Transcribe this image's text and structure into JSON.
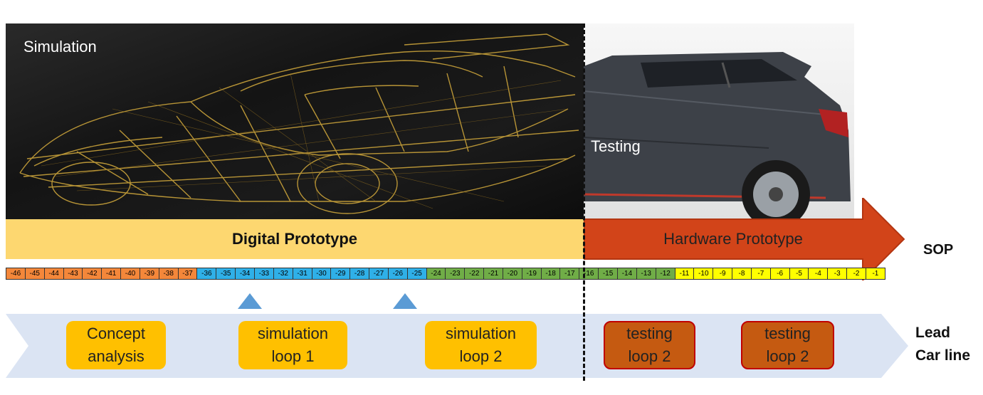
{
  "simulation_label": "Simulation",
  "testing_label": "Testing",
  "digital_prototype": "Digital Prototype",
  "hardware_prototype": "Hardware Prototype",
  "sop": "SOP",
  "lead_car_line": [
    "Lead",
    "Car line"
  ],
  "timeline": {
    "segments": [
      {
        "from": -46,
        "to": -37,
        "color": "#f4873a"
      },
      {
        "from": -36,
        "to": -25,
        "color": "#2fb0e8"
      },
      {
        "from": -24,
        "to": -12,
        "color": "#70ad47"
      },
      {
        "from": -11,
        "to": -1,
        "color": "#ffff00"
      }
    ]
  },
  "phases": [
    {
      "lines": [
        "Concept",
        "analysis"
      ],
      "style": "yellow"
    },
    {
      "lines": [
        "simulation",
        "loop 1"
      ],
      "style": "yellow"
    },
    {
      "lines": [
        "simulation",
        "loop 2"
      ],
      "style": "yellow"
    },
    {
      "lines": [
        "testing",
        "loop 2"
      ],
      "style": "brown"
    },
    {
      "lines": [
        "testing",
        "loop 2"
      ],
      "style": "brown"
    }
  ],
  "colors": {
    "digital_bar": "#fdd770",
    "hardware_arrow": "#d24419",
    "chevron_band": "#dbe4f3",
    "marker": "#5b9bd5"
  }
}
